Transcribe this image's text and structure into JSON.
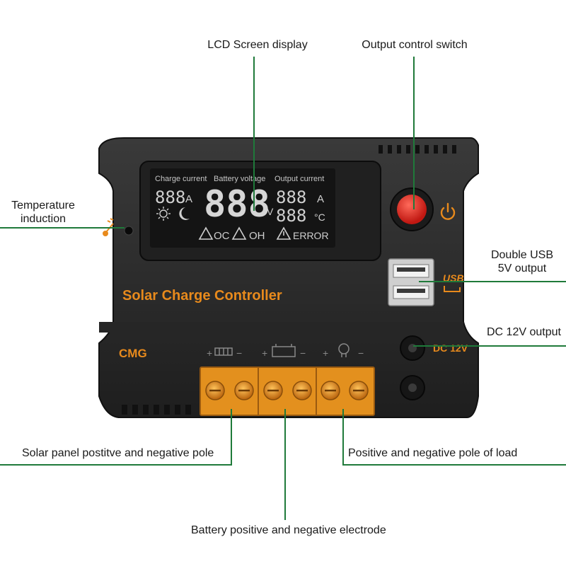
{
  "callouts": {
    "lcd": "LCD Screen display",
    "output_switch": "Output control switch",
    "temperature_line1": "Temperature",
    "temperature_line2": "induction",
    "usb_line1": "Double USB",
    "usb_line2": "5V output",
    "dc": "DC 12V output",
    "solar": "Solar panel postitve and negative pole",
    "load": "Positive and negative pole of load",
    "battery": "Battery positive and negative electrode"
  },
  "device": {
    "lcd_header_charge": "Charge current",
    "lcd_header_battery": "Battery voltage",
    "lcd_header_output": "Output current",
    "lcd_digits_small": "888",
    "lcd_digits_big": "888",
    "lcd_unit_a": "A",
    "lcd_unit_v": "V",
    "lcd_unit_c": "°C",
    "lcd_oc": "OC",
    "lcd_oh": "OH",
    "lcd_error": "ERROR",
    "title": "Solar Charge Controller",
    "brand": "CMG",
    "usb_label": "USB",
    "dc_label": "DC 12V"
  },
  "colors": {
    "callout_line": "#1f7a3a",
    "body": "#2b2b2b",
    "lcd": "#141414",
    "lcd_text": "#cfcfcf",
    "accent": "#e88a1c",
    "switch_red": "#e0261f",
    "terminal": "#e3901e"
  }
}
